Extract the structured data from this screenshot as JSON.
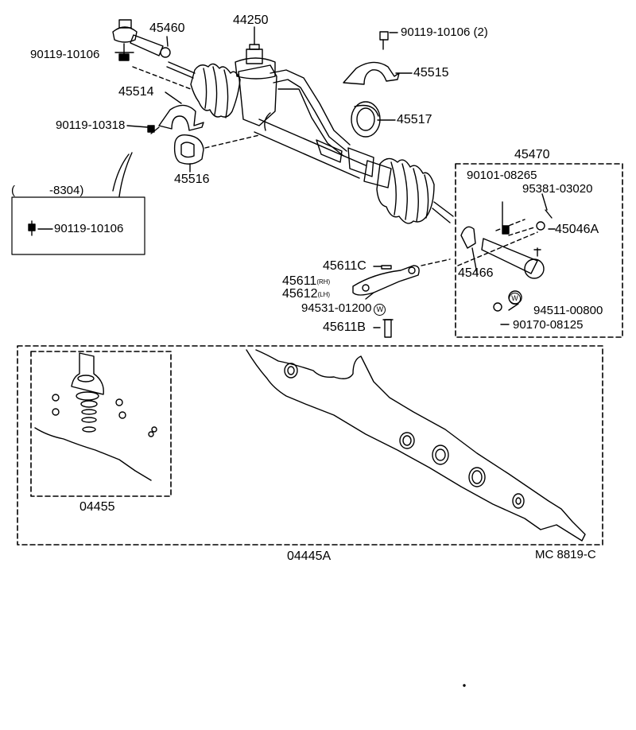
{
  "parts": {
    "p44250": "44250",
    "p45460": "45460",
    "p90119_10106_top": "90119-10106",
    "p90119_10106_2": "90119-10106 (2)",
    "p45515": "45515",
    "p45514": "45514",
    "p90119_10318": "90119-10318",
    "p45517": "45517",
    "p45516": "45516",
    "range_8304_open": "(",
    "range_8304": "-8304)",
    "p90119_10106_box": "90119-10106",
    "p45470": "45470",
    "p90101_08265": "90101-08265",
    "p95381_03020": "95381-03020",
    "p45046A": "45046A",
    "p45611C": "45611C",
    "p45611": "45611",
    "p45611_side": "(RH)",
    "p45612": "45612",
    "p45612_side": "(LH)",
    "p94531_01200": "94531-01200",
    "w_mark_1": "W",
    "p45466": "45466",
    "w_mark_2": "W",
    "p94511_00800": "94511-00800",
    "p90170_08125": "90170-08125",
    "p45611B": "45611B",
    "p04455": "04455",
    "p04445A": "04445A",
    "figure_code": "MC 8819-C"
  }
}
